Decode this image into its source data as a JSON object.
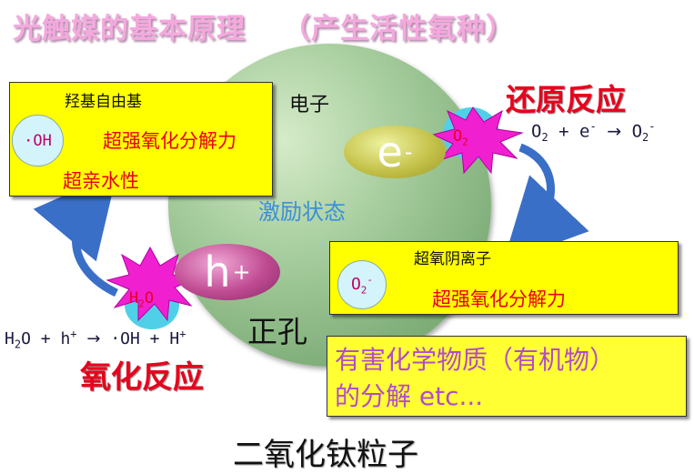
{
  "title": {
    "main": "光触媒的基本原理",
    "sub": "（产生活性氧种）"
  },
  "sphere": {
    "label": "二氧化钛粒子",
    "excited_state": "激励状态",
    "electron_label": "电子",
    "hole_label": "正孔",
    "electron_symbol": "e",
    "electron_charge": "-",
    "hole_symbol": "h",
    "hole_charge": "+"
  },
  "reduction": {
    "label": "还原反应",
    "star_text": "O",
    "star_sub": "2",
    "equation": {
      "a": "O",
      "a_sub": "2",
      "plus": "+",
      "e": "e",
      "e_sup": "-",
      "arrow": "→",
      "b": "O",
      "b_sub": "2",
      "b_sup": "-"
    }
  },
  "oxidation": {
    "label": "氧化反应",
    "star_text": "H",
    "star_sub": "2",
    "star_text2": "O",
    "equation": {
      "a": "H",
      "a_sub": "2",
      "a2": "O",
      "plus1": "+",
      "h": "h",
      "h_sup": "+",
      "arrow": "→",
      "oh": "·OH",
      "plus2": "+",
      "H": "H",
      "H_sup": "+"
    }
  },
  "hydroxyl_box": {
    "title": "羟基自由基",
    "symbol": "·OH",
    "line1": "超强氧化分解力",
    "line2": "超亲水性"
  },
  "superoxide_box": {
    "title": "超氧阴离子",
    "symbol": "O",
    "symbol_sub": "2",
    "symbol_sup": "-",
    "line1": "超强氧化分解力"
  },
  "result_box": {
    "line1": "有害化学物质（有机物）",
    "line2": "的分解 etc..."
  },
  "colors": {
    "title": "#f4a9de",
    "box_fill": "#ffff00",
    "red_text": "#e8001c",
    "purple_text": "#b24dc8",
    "blue_text": "#3b8fd8",
    "star_magenta": "#f020d0",
    "arrow_blue": "#3a6fc8"
  }
}
